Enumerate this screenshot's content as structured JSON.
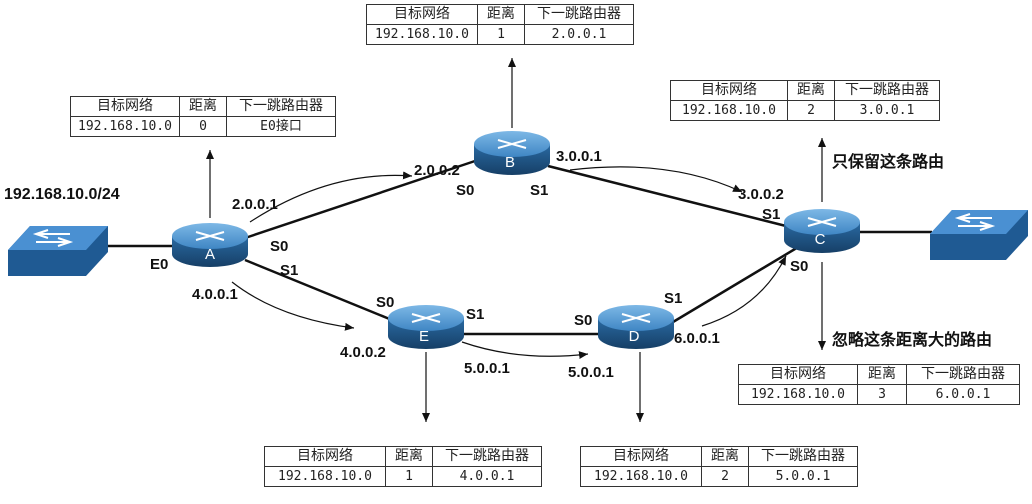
{
  "headers": {
    "dest": "目标网络",
    "dist": "距离",
    "next": "下一跳路由器"
  },
  "tables": {
    "A": {
      "dest": "192.168.10.0",
      "dist": "0",
      "next": "E0接口"
    },
    "B": {
      "dest": "192.168.10.0",
      "dist": "1",
      "next": "2.0.0.1"
    },
    "C_kept": {
      "dest": "192.168.10.0",
      "dist": "2",
      "next": "3.0.0.1"
    },
    "C_ignored": {
      "dest": "192.168.10.0",
      "dist": "3",
      "next": "6.0.0.1"
    },
    "E": {
      "dest": "192.168.10.0",
      "dist": "1",
      "next": "4.0.0.1"
    },
    "D": {
      "dest": "192.168.10.0",
      "dist": "2",
      "next": "5.0.0.1"
    }
  },
  "routers": {
    "A": "A",
    "B": "B",
    "C": "C",
    "D": "D",
    "E": "E"
  },
  "network_label": "192.168.10.0/24",
  "interfaces": {
    "A_E0": "E0",
    "A_S0": "S0",
    "A_S1": "S1",
    "B_S0": "S0",
    "B_S1": "S1",
    "C_S1": "S1",
    "C_S0": "S0",
    "E_S0": "S0",
    "E_S1": "S1",
    "D_S0": "S0",
    "D_S1": "S1"
  },
  "ips": {
    "a_s0": "2.0.0.1",
    "b_s0": "2.0.0.2",
    "b_s1": "3.0.0.1",
    "c_s1": "3.0.0.2",
    "a_s1": "4.0.0.1",
    "e_s0": "4.0.0.2",
    "e_s1": "5.0.0.1",
    "d_s0": "5.0.0.1",
    "d_s1": "6.0.0.1"
  },
  "notes": {
    "keep": "只保留这条路由",
    "ignore": "忽略这条距离大的路由"
  },
  "colors": {
    "router_dark": "#1e5a8c",
    "router_light": "#5aa0d6",
    "switch": "#3a7fc0",
    "line": "#111111"
  }
}
